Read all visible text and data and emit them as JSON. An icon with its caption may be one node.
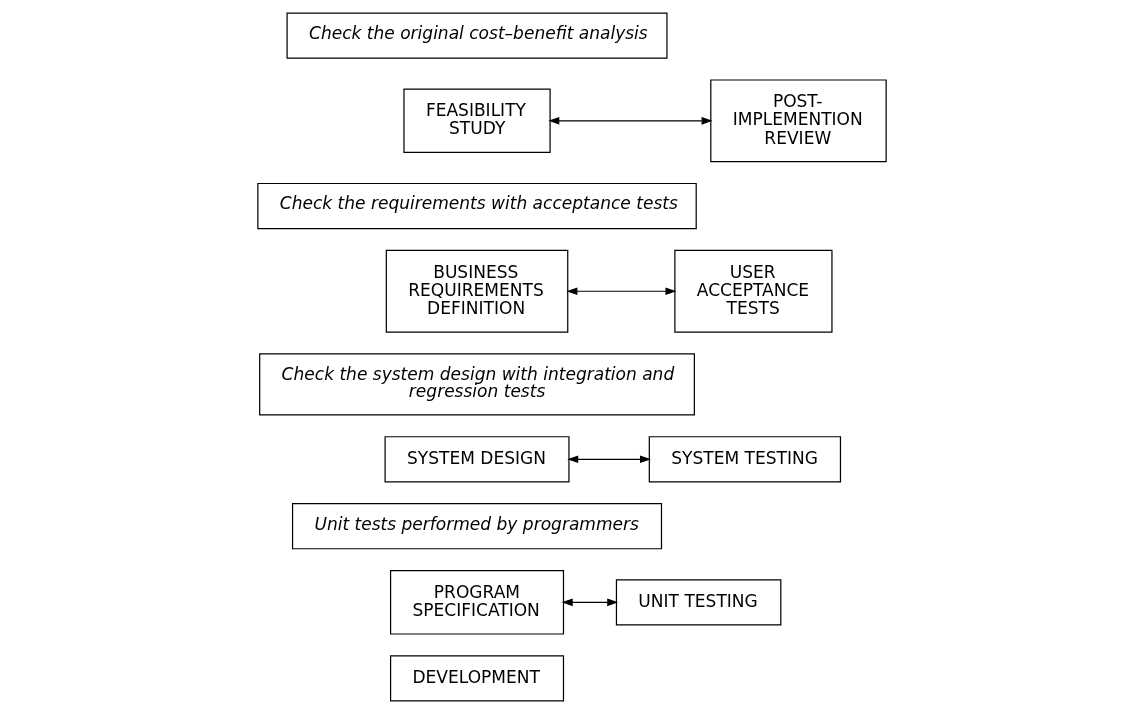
{
  "diagram": {
    "nodes": [
      {
        "text": [
          "Check the original cost–benefit analysis"
        ]
      },
      {
        "text": [
          "FEASIBILITY STUDY"
        ]
      },
      {
        "text": [
          "POST-IMPLEMENTION REVIEW"
        ]
      },
      {
        "text": [
          "Check the requirements with acceptance tests"
        ]
      },
      {
        "text": [
          "BUSINESS REQUIREMENTS DEFINITION"
        ]
      },
      {
        "text": [
          "USER ACCEPTANCE TESTS"
        ]
      },
      {
        "text": [
          "Check the system design with integration and regression tests"
        ]
      },
      {
        "text": [
          "SYSTEM DESIGN"
        ]
      },
      {
        "text": [
          "SYSTEM TESTING"
        ]
      },
      {
        "text": [
          "Unit tests performed by programmers"
        ]
      },
      {
        "text": [
          "PROGRAM SPECIFICATION"
        ]
      },
      {
        "text": [
          "UNIT TESTING"
        ]
      },
      {
        "text": [
          "DEVELOPMENT"
        ]
      }
    ],
    "edges": [
      {
        "from": 1,
        "to": 2,
        "arrow": "both"
      },
      {
        "from": 4,
        "to": 5,
        "arrow": "both"
      },
      {
        "from": 7,
        "to": 8,
        "arrow": "both"
      },
      {
        "from": 10,
        "to": 11,
        "arrow": "both"
      }
    ]
  }
}
